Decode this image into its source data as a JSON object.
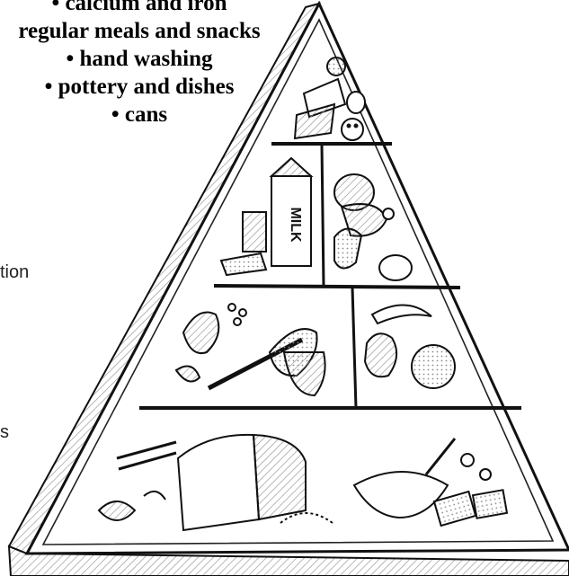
{
  "list": {
    "items": [
      "• calcium and iron",
      "regular meals and snacks",
      "• hand washing",
      "• pottery and dishes",
      "• cans"
    ]
  },
  "side_fragments": {
    "upper": "tion",
    "lower": "s"
  },
  "pyramid": {
    "milk_carton_label": "MILK",
    "colors": {
      "stroke": "#111111",
      "shade": "#c9c9c9",
      "paper": "#ffffff"
    }
  }
}
